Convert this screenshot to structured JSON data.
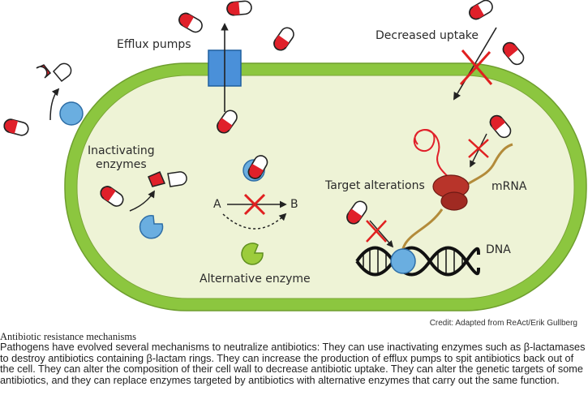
{
  "labels": {
    "efflux_pumps": "Efflux pumps",
    "decreased_uptake": "Decreased uptake",
    "inactivating_enzymes_line1": "Inactivating",
    "inactivating_enzymes_line2": "enzymes",
    "target_alterations": "Target alterations",
    "mrna": "mRNA",
    "dna": "DNA",
    "alternative_enzyme": "Alternative enzyme",
    "pathway_a": "A",
    "pathway_b": "B"
  },
  "credit": "Credit: Adapted from ReAct/Erik Gullberg",
  "caption": {
    "title": "Antibiotic resistance mechanisms",
    "body": "Pathogens have evolved several mechanisms to neutralize antibiotics: They can use inactivating enzymes such as β-lactamases to destroy antibiotics containing β-lactam rings. They can increase the production of efflux pumps to spit antibiotics back out of the cell. They can alter the composition of their cell wall to decrease antibiotic uptake. They can alter the genetic targets of some antibiotics, and they can replace enzymes targeted by antibiotics with alternative enzymes that carry out the same function."
  },
  "colors": {
    "cell_wall": "#8cc63f",
    "cytoplasm": "#eef3d6",
    "capsule_red": "#e0202a",
    "pump_blue": "#4a90d9",
    "enzyme_blue": "#6aaee0",
    "alt_enzyme_green": "#9ccc3c",
    "ribosome": "#b8342a",
    "block_x": "#e02020"
  },
  "icons": [
    "antibiotic-capsule-icon",
    "efflux-pump-icon",
    "enzyme-icon",
    "ribosome-icon",
    "dna-helix-icon",
    "mrna-strand-icon",
    "block-x-icon"
  ]
}
